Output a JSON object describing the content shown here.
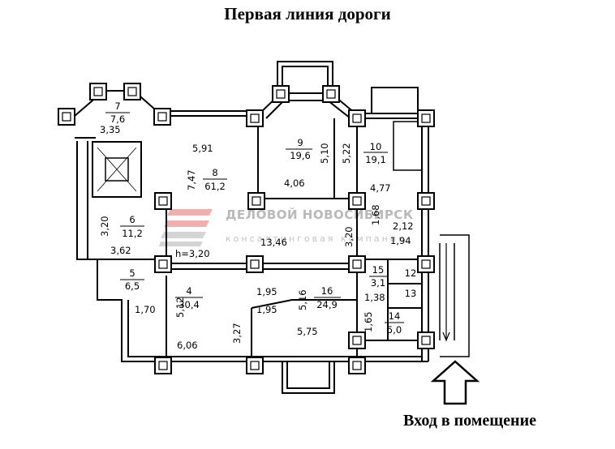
{
  "title": "Первая линия дороги",
  "entrance_label": "Вход в помещение",
  "watermark": {
    "name": "ДЕЛОВОЙ НОВОСИБИРСК",
    "tagline": "консалтинговая компания",
    "logo_color": "#e36b6b"
  },
  "colors": {
    "ink": "#000000",
    "background": "#ffffff",
    "watermark_text": "#b9b9b9"
  },
  "rooms": [
    {
      "number": "7",
      "area": "7,6"
    },
    {
      "number": "8",
      "area": "61,2"
    },
    {
      "number": "9",
      "area": "19,6"
    },
    {
      "number": "10",
      "area": "19,1"
    },
    {
      "number": "6",
      "area": "11,2"
    },
    {
      "number": "5",
      "area": "6,5"
    },
    {
      "number": "4",
      "area": "30,4"
    },
    {
      "number": "16",
      "area": "24,9"
    },
    {
      "number": "15",
      "area": "3,1"
    },
    {
      "number": "12",
      "area": ""
    },
    {
      "number": "13",
      "area": ""
    },
    {
      "number": "14",
      "area": "5,0"
    }
  ],
  "dimensions": [
    "3,35",
    "5,91",
    "7,47",
    "5,10",
    "5,22",
    "4,06",
    "4,77",
    "3,20",
    "3,62",
    "1,68",
    "2,12",
    "1,94",
    "13,46",
    "3,20",
    "h=3,20",
    "1,95",
    "1,95",
    "5,16",
    "1,38",
    "1,70",
    "5,12",
    "3,27",
    "5,75",
    "1,65",
    "6,06"
  ]
}
